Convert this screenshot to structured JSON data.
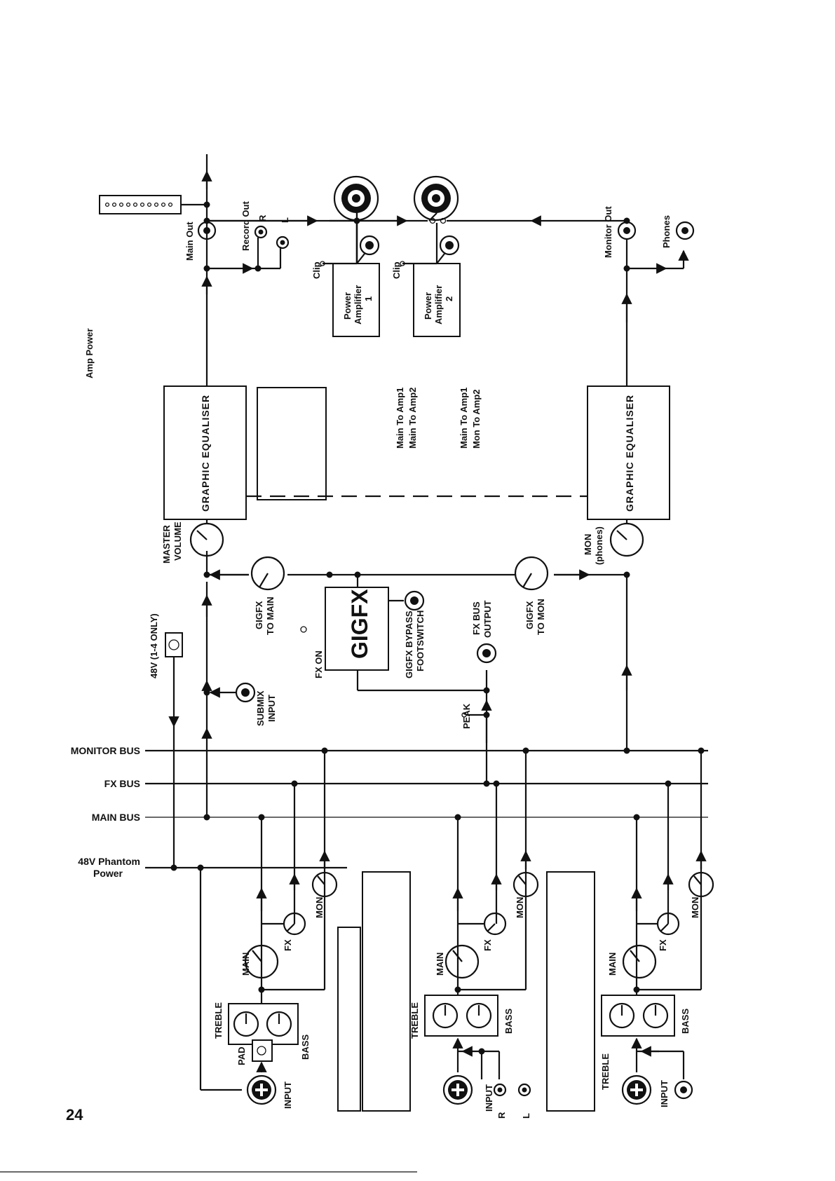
{
  "page": {
    "page_number": "24"
  },
  "buses": {
    "monitor": "MONITOR BUS",
    "fx": "FX BUS",
    "main": "MAIN BUS",
    "phantom_line1": "48V Phantom",
    "phantom_line2": "Power"
  },
  "phantom_switch": "48V (1-4 ONLY)",
  "submix_line1": "SUBMIX",
  "submix_line2": "INPUT",
  "master_line1": "MASTER",
  "master_line2": "VOLUME",
  "gigfx_to_main_line1": "GIGFX",
  "gigfx_to_main_line2": "TO MAIN",
  "gigfx_box": "GIGFX",
  "fx_on": "FX ON",
  "gigfx_bypass_line1": "GIGFX BYPASS",
  "gigfx_bypass_line2": "FOOTSWITCH",
  "fx_bus_output_line1": "FX BUS",
  "fx_bus_output_line2": "OUTPUT",
  "peak": "PEAK",
  "gigfx_to_mon_line1": "GIGFX",
  "gigfx_to_mon_line2": "TO MON",
  "mon_phones_line1": "MON",
  "mon_phones_line2": "(phones)",
  "graphic_eq": "GRAPHIC EQUALISER",
  "amp_power": "Amp Power",
  "main_out": "Main Out",
  "record_out": "Record Out",
  "record_r": "R",
  "record_l": "L",
  "clip": "Clip",
  "power_amp1": [
    "Power",
    "Amplifier",
    "1"
  ],
  "power_amp2": [
    "Power",
    "Amplifier",
    "2"
  ],
  "amp_mode1_line1": "Main To Amp1",
  "amp_mode1_line2": "Main To Amp2",
  "amp_mode2_line1": "Main To Amp1",
  "amp_mode2_line2": "Mon To Amp2",
  "monitor_out": "Monitor Out",
  "phones": "Phones",
  "channel": {
    "main": "MAIN",
    "fx": "FX",
    "mon": "MON",
    "treble": "TREBLE",
    "bass": "BASS",
    "pad": "PAD",
    "input": "INPUT",
    "r": "R",
    "l": "L"
  }
}
